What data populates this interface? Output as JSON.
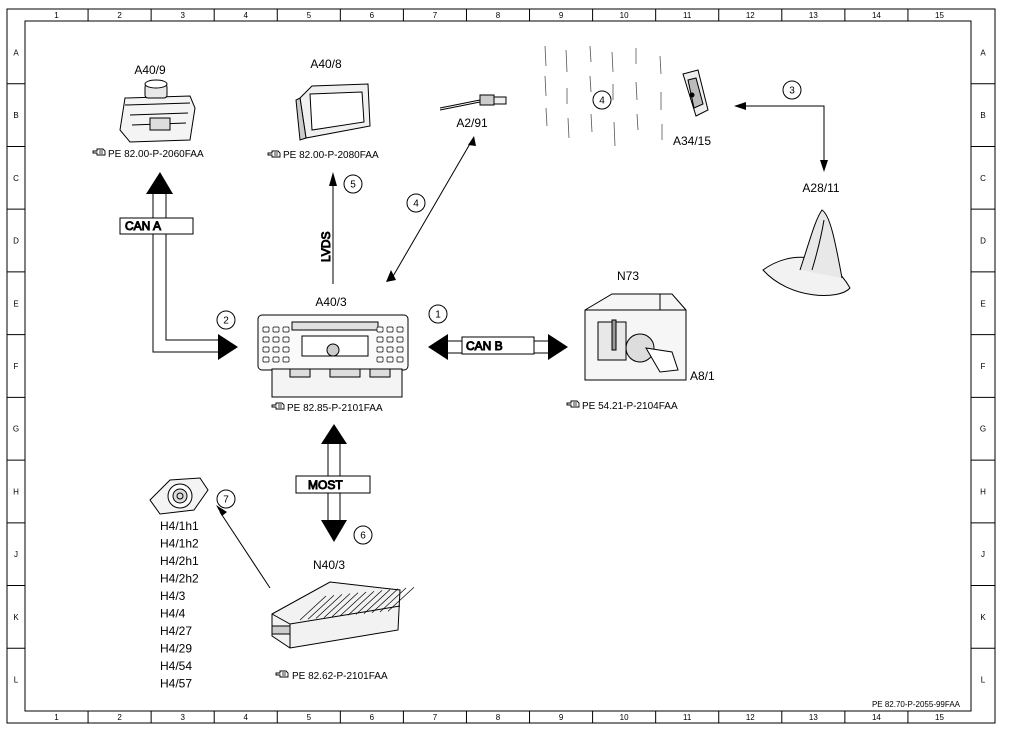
{
  "grid": {
    "columns": [
      "1",
      "2",
      "3",
      "4",
      "5",
      "6",
      "7",
      "8",
      "9",
      "10",
      "11",
      "12",
      "13",
      "14",
      "15"
    ],
    "rows": [
      "A",
      "B",
      "C",
      "D",
      "E",
      "F",
      "G",
      "H",
      "J",
      "K",
      "L"
    ]
  },
  "components": {
    "a40_9": {
      "label": "A40/9",
      "ref": "PE 82.00-P-2060FAA"
    },
    "a40_8": {
      "label": "A40/8",
      "ref": "PE 82.00-P-2080FAA"
    },
    "a2_91": {
      "label": "A2/91"
    },
    "a34_15": {
      "label": "A34/15"
    },
    "a28_11": {
      "label": "A28/11"
    },
    "a40_3": {
      "label": "A40/3",
      "ref": "PE 82.85-P-2101FAA"
    },
    "n73": {
      "label": "N73",
      "sublabel": "A8/1",
      "ref": "PE 54.21-P-2104FAA"
    },
    "n40_3": {
      "label": "N40/3",
      "ref": "PE 82.62-P-2101FAA"
    },
    "speakers": {
      "labels": [
        "H4/1h1",
        "H4/1h2",
        "H4/2h1",
        "H4/2h2",
        "H4/3",
        "H4/4",
        "H4/27",
        "H4/29",
        "H4/54",
        "H4/57"
      ]
    }
  },
  "buses": {
    "can_a": "CAN A",
    "can_b": "CAN B",
    "lvds": "LVDS",
    "most": "MOST"
  },
  "callouts": [
    "1",
    "2",
    "3",
    "4",
    "5",
    "6",
    "7"
  ],
  "callout_4_repeat": "4",
  "doc_id": "PE 82.70-P-2055-99FAA",
  "ref_icon": "pointing-hand-icon"
}
